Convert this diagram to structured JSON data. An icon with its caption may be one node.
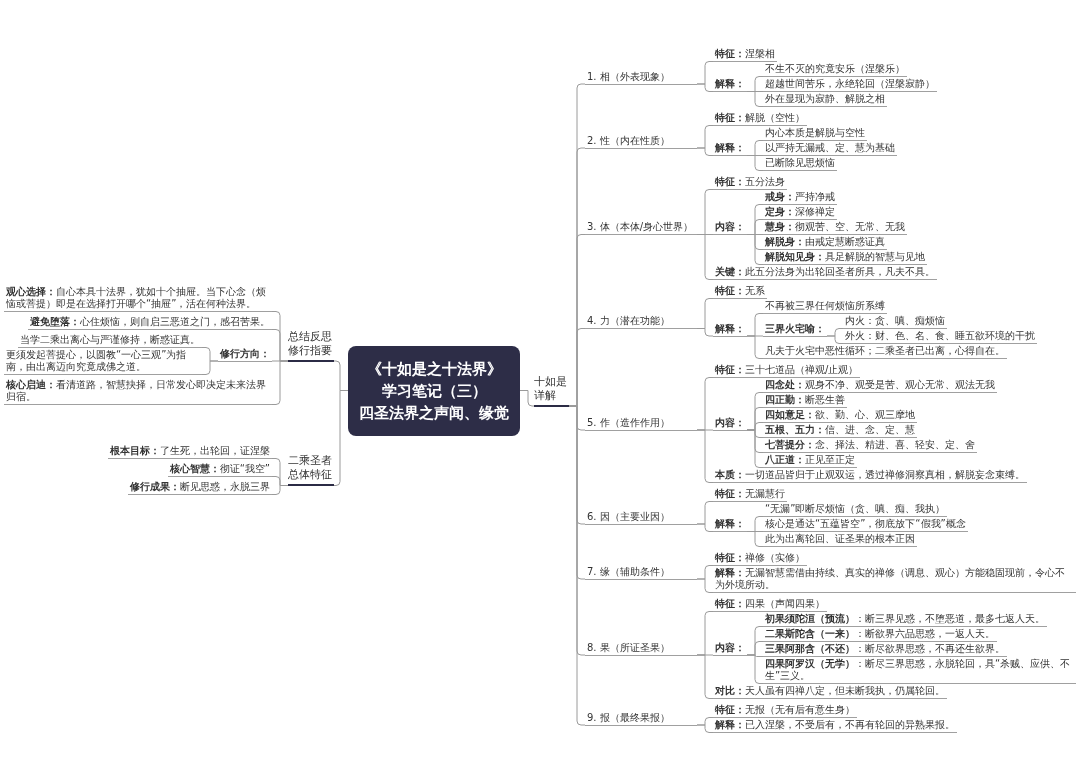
{
  "diagram": {
    "nodes": [
      {
        "text": [
          "《十如是之十法界》",
          "学习笔记（三）",
          "四圣法界之声闻、缘觉"
        ]
      },
      {
        "text": [
          "总结反思修行指要"
        ]
      },
      {
        "text": [
          "**观心选择：**自心本具十法界，犹如十个抽屉。当下心念（烦恼或菩提）即是在选择打开哪个“抽屉”，活在何种法界。"
        ]
      },
      {
        "text": [
          "**避免堕落：**心住烦恼，则自启三恶道之门，感召苦果。"
        ]
      },
      {
        "text": [
          "修行方向："
        ]
      },
      {
        "text": [
          "当学二乘出离心与严谨修持，断惑证真。"
        ]
      },
      {
        "text": [
          "更须发起菩提心，以圆教“一心三观”为指南，由出离迈向究竟成佛之道。"
        ]
      },
      {
        "text": [
          "**核心启迪：**看清道路，智慧抉择，日常发心即决定未来法界归宿。"
        ]
      },
      {
        "text": [
          "二乘圣者总体特征"
        ]
      },
      {
        "text": [
          "**根本目标：**了生死，出轮回，证涅槃"
        ]
      },
      {
        "text": [
          "**核心智慧：**彻证“我空”"
        ]
      },
      {
        "text": [
          "**修行成果：**断见思惑，永脱三界"
        ]
      },
      {
        "text": [
          "十如是详解"
        ]
      },
      {
        "text": [
          "1. 相（外表现象）"
        ]
      },
      {
        "text": [
          "**特征：**涅槃相"
        ]
      },
      {
        "text": [
          "解释："
        ]
      },
      {
        "text": [
          "不生不灭的究竟安乐（涅槃乐）"
        ]
      },
      {
        "text": [
          "超越世间苦乐，永绝轮回（涅槃寂静）"
        ]
      },
      {
        "text": [
          "外在显现为寂静、解脱之相"
        ]
      },
      {
        "text": [
          "2. 性（内在性质）"
        ]
      },
      {
        "text": [
          "**特征：**解脱（空性）"
        ]
      },
      {
        "text": [
          "解释："
        ]
      },
      {
        "text": [
          "内心本质是解脱与空性"
        ]
      },
      {
        "text": [
          "以严持无漏戒、定、慧为基础"
        ]
      },
      {
        "text": [
          "已断除见思烦恼"
        ]
      },
      {
        "text": [
          "3. 体（本体/身心世界）"
        ]
      },
      {
        "text": [
          "**特征：**五分法身"
        ]
      },
      {
        "text": [
          "内容："
        ]
      },
      {
        "text": [
          "**戒身：**严持净戒"
        ]
      },
      {
        "text": [
          "**定身：**深修禅定"
        ]
      },
      {
        "text": [
          "**慧身：**彻观苦、空、无常、无我"
        ]
      },
      {
        "text": [
          "**解脱身：**由戒定慧断惑证真"
        ]
      },
      {
        "text": [
          "**解脱知见身：**具足解脱的智慧与见地"
        ]
      },
      {
        "text": [
          "**关键：**此五分法身为出轮回圣者所具，凡夫不具。"
        ]
      },
      {
        "text": [
          "4. 力（潜在功能）"
        ]
      },
      {
        "text": [
          "**特征：**无系"
        ]
      },
      {
        "text": [
          "解释："
        ]
      },
      {
        "text": [
          "不再被三界任何烦恼所系缚"
        ]
      },
      {
        "text": [
          "三界火宅喻："
        ]
      },
      {
        "text": [
          "内火：贪、嗔、痴烦恼"
        ]
      },
      {
        "text": [
          "外火：财、色、名、食、睡五欲环境的干扰"
        ]
      },
      {
        "text": [
          "凡夫于火宅中恶性循环；二乘圣者已出离，心得自在。"
        ]
      },
      {
        "text": [
          "5. 作（造作作用）"
        ]
      },
      {
        "text": [
          "**特征：**三十七道品（禅观/止观）"
        ]
      },
      {
        "text": [
          "内容："
        ]
      },
      {
        "text": [
          "**四念处：**观身不净、观受是苦、观心无常、观法无我"
        ]
      },
      {
        "text": [
          "**四正勤：**断恶生善"
        ]
      },
      {
        "text": [
          "**四如意足：**欲、勤、心、观三摩地"
        ]
      },
      {
        "text": [
          "**五根、五力：**信、进、念、定、慧"
        ]
      },
      {
        "text": [
          "**七菩提分：**念、择法、精进、喜、轻安、定、舍"
        ]
      },
      {
        "text": [
          "**八正道：**正见至正定"
        ]
      },
      {
        "text": [
          "**本质：**一切道品皆归于止观双运，透过禅修洞察真相，解脱妄念束缚。"
        ]
      },
      {
        "text": [
          "6. 因（主要业因）"
        ]
      },
      {
        "text": [
          "**特征：**无漏慧行"
        ]
      },
      {
        "text": [
          "解释："
        ]
      },
      {
        "text": [
          "“无漏”即断尽烦恼（贪、嗔、痴、我执）"
        ]
      },
      {
        "text": [
          "核心是通达“五蕴皆空”，彻底放下“假我”概念"
        ]
      },
      {
        "text": [
          "此为出离轮回、证圣果的根本正因"
        ]
      },
      {
        "text": [
          "7. 缘（辅助条件）"
        ]
      },
      {
        "text": [
          "**特征：**禅修（实修）"
        ]
      },
      {
        "text": [
          "**解释：**无漏智慧需借由持续、真实的禅修（调息、观心）方能稳固现前，令心不为外境所动。"
        ]
      },
      {
        "text": [
          "8. 果（所证圣果）"
        ]
      },
      {
        "text": [
          "**特征：**四果（声闻四果）"
        ]
      },
      {
        "text": [
          "内容："
        ]
      },
      {
        "text": [
          "**初果须陀洹（预流）**：断三界见惑，不堕恶道，最多七返人天。"
        ]
      },
      {
        "text": [
          "**二果斯陀含（一来）**：断欲界六品思惑，一返人天。"
        ]
      },
      {
        "text": [
          "**三果阿那含（不还）**：断尽欲界思惑，不再还生欲界。"
        ]
      },
      {
        "text": [
          "**四果阿罗汉（无学）**：断尽三界思惑，永脱轮回，具“杀贼、应供、不生”三义。"
        ]
      },
      {
        "text": [
          "**对比：**天人虽有四禅八定，但未断我执，仍属轮回。"
        ]
      },
      {
        "text": [
          "9. 报（最终果报）"
        ]
      },
      {
        "text": [
          "**特征：**无报（无有后有意生身）"
        ]
      },
      {
        "text": [
          "**解释：**已入涅槃，不受后有，不再有轮回的异熟果报。"
        ]
      }
    ],
    "edges": [
      {
        "from": 0,
        "to": 1,
        "arrow": "none"
      },
      {
        "from": 0,
        "to": 8,
        "arrow": "none"
      },
      {
        "from": 0,
        "to": 12,
        "arrow": "none"
      },
      {
        "from": 1,
        "to": 2,
        "arrow": "none"
      },
      {
        "from": 1,
        "to": 3,
        "arrow": "none"
      },
      {
        "from": 1,
        "to": 4,
        "arrow": "none"
      },
      {
        "from": 1,
        "to": 7,
        "arrow": "none"
      },
      {
        "from": 4,
        "to": 5,
        "arrow": "none"
      },
      {
        "from": 4,
        "to": 6,
        "arrow": "none"
      },
      {
        "from": 8,
        "to": 9,
        "arrow": "none"
      },
      {
        "from": 8,
        "to": 10,
        "arrow": "none"
      },
      {
        "from": 8,
        "to": 11,
        "arrow": "none"
      },
      {
        "from": 12,
        "to": 13,
        "arrow": "none"
      },
      {
        "from": 12,
        "to": 19,
        "arrow": "none"
      },
      {
        "from": 12,
        "to": 25,
        "arrow": "none"
      },
      {
        "from": 12,
        "to": 34,
        "arrow": "none"
      },
      {
        "from": 12,
        "to": 42,
        "arrow": "none"
      },
      {
        "from": 12,
        "to": 52,
        "arrow": "none"
      },
      {
        "from": 12,
        "to": 58,
        "arrow": "none"
      },
      {
        "from": 12,
        "to": 61,
        "arrow": "none"
      },
      {
        "from": 12,
        "to": 69,
        "arrow": "none"
      },
      {
        "from": 13,
        "to": 14,
        "arrow": "none"
      },
      {
        "from": 13,
        "to": 15,
        "arrow": "none"
      },
      {
        "from": 15,
        "to": 16,
        "arrow": "none"
      },
      {
        "from": 15,
        "to": 17,
        "arrow": "none"
      },
      {
        "from": 15,
        "to": 18,
        "arrow": "none"
      },
      {
        "from": 19,
        "to": 20,
        "arrow": "none"
      },
      {
        "from": 19,
        "to": 21,
        "arrow": "none"
      },
      {
        "from": 21,
        "to": 22,
        "arrow": "none"
      },
      {
        "from": 21,
        "to": 23,
        "arrow": "none"
      },
      {
        "from": 21,
        "to": 24,
        "arrow": "none"
      },
      {
        "from": 25,
        "to": 26,
        "arrow": "none"
      },
      {
        "from": 25,
        "to": 27,
        "arrow": "none"
      },
      {
        "from": 25,
        "to": 33,
        "arrow": "none"
      },
      {
        "from": 27,
        "to": 28,
        "arrow": "none"
      },
      {
        "from": 27,
        "to": 29,
        "arrow": "none"
      },
      {
        "from": 27,
        "to": 30,
        "arrow": "none"
      },
      {
        "from": 27,
        "to": 31,
        "arrow": "none"
      },
      {
        "from": 27,
        "to": 32,
        "arrow": "none"
      },
      {
        "from": 34,
        "to": 35,
        "arrow": "none"
      },
      {
        "from": 34,
        "to": 36,
        "arrow": "none"
      },
      {
        "from": 36,
        "to": 37,
        "arrow": "none"
      },
      {
        "from": 36,
        "to": 38,
        "arrow": "none"
      },
      {
        "from": 36,
        "to": 41,
        "arrow": "none"
      },
      {
        "from": 38,
        "to": 39,
        "arrow": "none"
      },
      {
        "from": 38,
        "to": 40,
        "arrow": "none"
      },
      {
        "from": 42,
        "to": 43,
        "arrow": "none"
      },
      {
        "from": 42,
        "to": 44,
        "arrow": "none"
      },
      {
        "from": 42,
        "to": 51,
        "arrow": "none"
      },
      {
        "from": 44,
        "to": 45,
        "arrow": "none"
      },
      {
        "from": 44,
        "to": 46,
        "arrow": "none"
      },
      {
        "from": 44,
        "to": 47,
        "arrow": "none"
      },
      {
        "from": 44,
        "to": 48,
        "arrow": "none"
      },
      {
        "from": 44,
        "to": 49,
        "arrow": "none"
      },
      {
        "from": 44,
        "to": 50,
        "arrow": "none"
      },
      {
        "from": 52,
        "to": 53,
        "arrow": "none"
      },
      {
        "from": 52,
        "to": 54,
        "arrow": "none"
      },
      {
        "from": 54,
        "to": 55,
        "arrow": "none"
      },
      {
        "from": 54,
        "to": 56,
        "arrow": "none"
      },
      {
        "from": 54,
        "to": 57,
        "arrow": "none"
      },
      {
        "from": 58,
        "to": 59,
        "arrow": "none"
      },
      {
        "from": 58,
        "to": 60,
        "arrow": "none"
      },
      {
        "from": 61,
        "to": 62,
        "arrow": "none"
      },
      {
        "from": 61,
        "to": 63,
        "arrow": "none"
      },
      {
        "from": 61,
        "to": 68,
        "arrow": "none"
      },
      {
        "from": 63,
        "to": 64,
        "arrow": "none"
      },
      {
        "from": 63,
        "to": 65,
        "arrow": "none"
      },
      {
        "from": 63,
        "to": 66,
        "arrow": "none"
      },
      {
        "from": 63,
        "to": 67,
        "arrow": "none"
      },
      {
        "from": 69,
        "to": 70,
        "arrow": "none"
      },
      {
        "from": 69,
        "to": 71,
        "arrow": "none"
      }
    ]
  }
}
